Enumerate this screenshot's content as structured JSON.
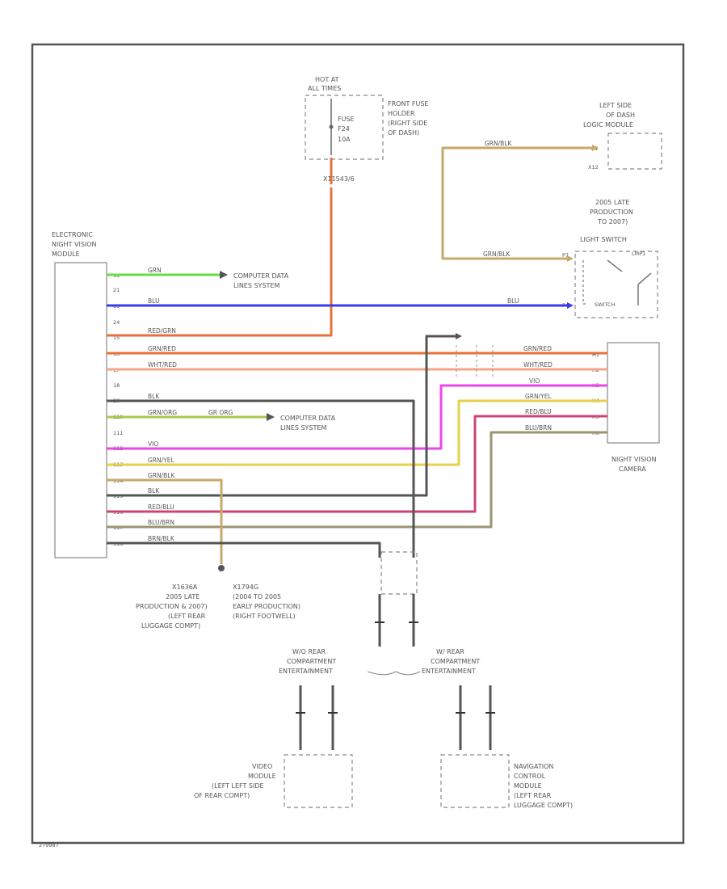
{
  "figure_id": "279987",
  "colors": {
    "orange_red": "#e8703a",
    "tan": "#c7aa6a",
    "green": "#66dd44",
    "blue": "#3a3aee",
    "salmon": "#f4a48a",
    "pink": "#ee44ee",
    "yellow": "#e6d24a",
    "dark_gray": "#555555",
    "red_blue": "#cc4477",
    "olive": "#9a9470"
  },
  "fuse": {
    "hot_at": [
      "HOT AT",
      "ALL TIMES"
    ],
    "label": [
      "FUSE",
      "F24",
      "10A"
    ],
    "holder": [
      "FRONT FUSE",
      "HOLDER",
      "(RIGHT SIDE",
      "OF DASH)"
    ],
    "connector": "X11543/6"
  },
  "lcm": {
    "label": [
      "LEFT SIDE",
      "OF DASH",
      "LOGIC MODULE"
    ],
    "pin_a": "P4",
    "pin_b": "X12"
  },
  "light_switch": {
    "note": [
      "2005 LATE",
      "PRODUCTION",
      "TO 2007)"
    ],
    "label": "LIGHT SWITCH",
    "lamp": "LMP1",
    "pin": "P7",
    "pin2": "P4",
    "term": "SWITCH"
  },
  "module": {
    "label": [
      "ELECTRONIC",
      "NIGHT VISION",
      "MODULE"
    ]
  },
  "pins": [
    "11",
    "21",
    "19",
    "24",
    "15",
    "16",
    "17",
    "18",
    "20",
    "110",
    "111",
    "112",
    "113",
    "114",
    "115",
    "116",
    "117",
    "118"
  ],
  "wires": {
    "grn": "GRN",
    "blu": "BLU",
    "red_grn": "RED/GRN",
    "grn_red": "GRN/RED",
    "wht_red": "WHT/RED",
    "blk": "BLK",
    "grn_org": "GRN/ORG",
    "gr_org": "GR ORG",
    "vio": "VIO",
    "grn_yel": "GRN/YEL",
    "grn_blk": "GRN/BLK",
    "red_blu": "RED/BLU",
    "blu_brn": "BLU/BRN",
    "brn_blk": "BRN/BLK"
  },
  "computer_data": [
    "COMPUTER DATA",
    "LINES SYSTEM"
  ],
  "camera": {
    "label": [
      "NIGHT VISION",
      "CAMERA"
    ],
    "pins": [
      "H1",
      "H2",
      "H3",
      "H4",
      "H5",
      "H6"
    ]
  },
  "ground_a": [
    "X1636A",
    "2005 LATE",
    "PRODUCTION & 2007)",
    "(LEFT REAR",
    "LUGGAGE COMPT)"
  ],
  "ground_b": [
    "X1794G",
    "(2004 TO 2005",
    "EARLY PRODUCTION)",
    "(RIGHT FOOTWELL)"
  ],
  "rear_compt_left": [
    "W/O REAR",
    "COMPARTMENT",
    "ENTERTAINMENT"
  ],
  "rear_compt_right": [
    "W/ REAR",
    "COMPARTMENT",
    "ENTERTAINMENT"
  ],
  "video_module": [
    "VIDEO",
    "MODULE",
    "(LEFT LEFT SIDE",
    "OF REAR COMPT)"
  ],
  "nav_module": [
    "NAVIGATION",
    "CONTROL",
    "MODULE",
    "(LEFT REAR",
    "LUGGAGE COMPT)"
  ]
}
